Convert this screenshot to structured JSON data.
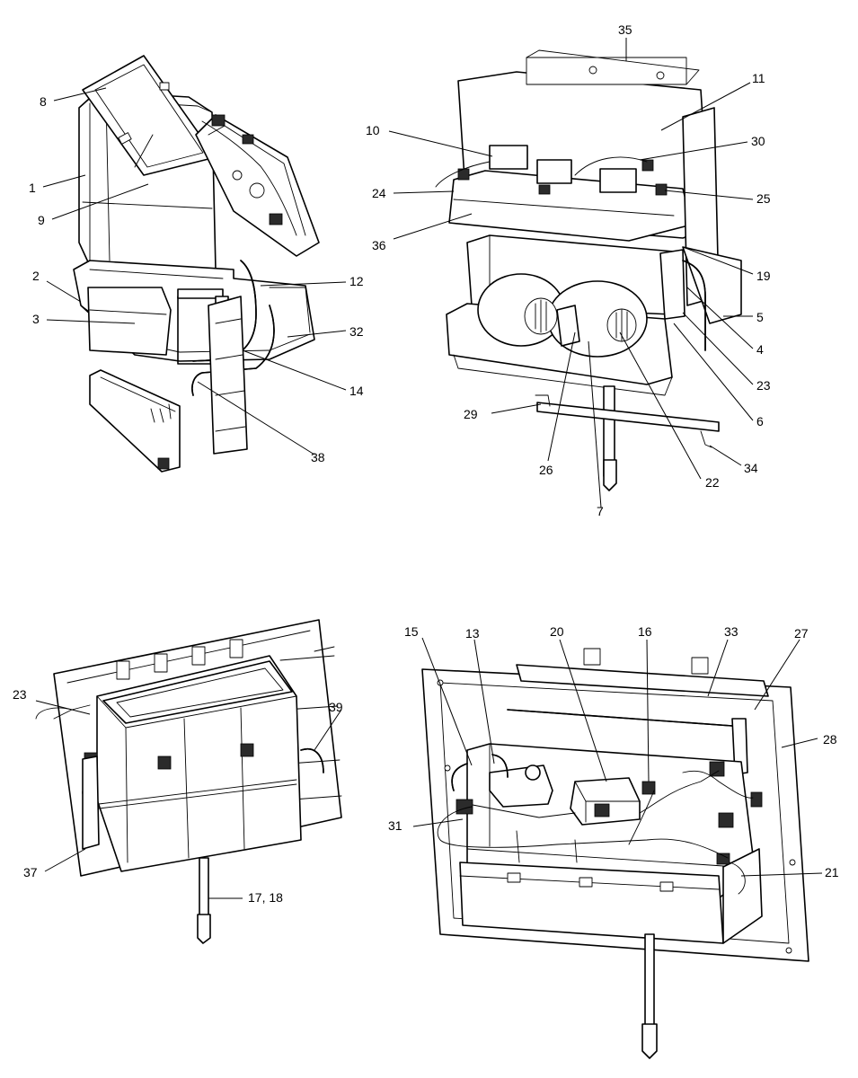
{
  "callouts": [
    {
      "id": "c1",
      "label": "1"
    },
    {
      "id": "c2",
      "label": "2"
    },
    {
      "id": "c3",
      "label": "3"
    },
    {
      "id": "c4",
      "label": "4"
    },
    {
      "id": "c5",
      "label": "5"
    },
    {
      "id": "c6",
      "label": "6"
    },
    {
      "id": "c7",
      "label": "7"
    },
    {
      "id": "c8",
      "label": "8"
    },
    {
      "id": "c9",
      "label": "9"
    },
    {
      "id": "c10",
      "label": "10"
    },
    {
      "id": "c11",
      "label": "11"
    },
    {
      "id": "c12",
      "label": "12"
    },
    {
      "id": "c13",
      "label": "13"
    },
    {
      "id": "c14",
      "label": "14"
    },
    {
      "id": "c15",
      "label": "15"
    },
    {
      "id": "c16",
      "label": "16"
    },
    {
      "id": "c17",
      "label": "17, 18"
    },
    {
      "id": "c19",
      "label": "19"
    },
    {
      "id": "c20",
      "label": "20"
    },
    {
      "id": "c21",
      "label": "21"
    },
    {
      "id": "c22",
      "label": "22"
    },
    {
      "id": "c23a",
      "label": "23"
    },
    {
      "id": "c23b",
      "label": "23"
    },
    {
      "id": "c24",
      "label": "24"
    },
    {
      "id": "c25",
      "label": "25"
    },
    {
      "id": "c26",
      "label": "26"
    },
    {
      "id": "c27",
      "label": "27"
    },
    {
      "id": "c28",
      "label": "28"
    },
    {
      "id": "c29",
      "label": "29"
    },
    {
      "id": "c30",
      "label": "30"
    },
    {
      "id": "c31",
      "label": "31"
    },
    {
      "id": "c32",
      "label": "32"
    },
    {
      "id": "c33",
      "label": "33"
    },
    {
      "id": "c34",
      "label": "34"
    },
    {
      "id": "c35",
      "label": "35"
    },
    {
      "id": "c36",
      "label": "36"
    },
    {
      "id": "c37",
      "label": "37"
    },
    {
      "id": "c38",
      "label": "38"
    },
    {
      "id": "c39",
      "label": "39"
    }
  ]
}
